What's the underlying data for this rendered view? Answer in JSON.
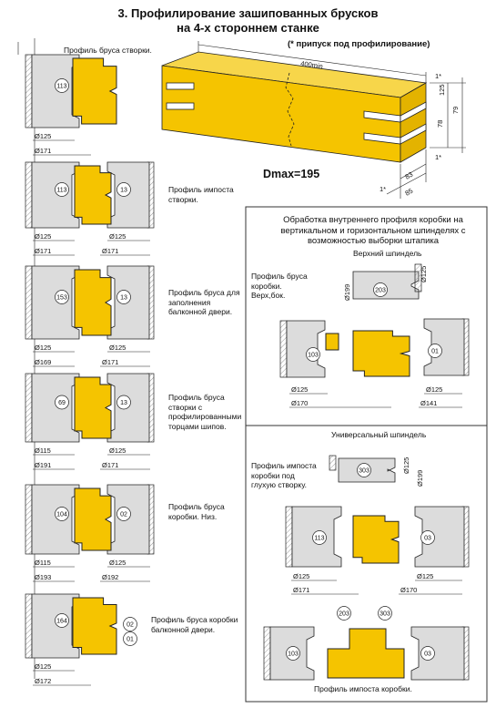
{
  "header": {
    "title_line1": "3. Профилирование зашипованных брусков",
    "title_line2": "на 4-х стороннем станке",
    "allowance_note": "(* припуск под профилирование)",
    "dmax": "Dmax=195"
  },
  "beam": {
    "length": "400min",
    "dims": [
      "125",
      "78",
      "79",
      "1*",
      "1*",
      "1*",
      "83",
      "85"
    ]
  },
  "profiles": [
    {
      "label": "Профиль бруса створки.",
      "tools": [
        "113"
      ],
      "diameters": [
        "Ø125",
        "Ø171"
      ]
    },
    {
      "label": "Профиль импоста створки.",
      "tools": [
        "113",
        "13"
      ],
      "diameters": [
        "Ø125",
        "Ø125",
        "Ø171",
        "Ø171"
      ]
    },
    {
      "label": "Профиль бруса для заполнения балконной двери.",
      "tools": [
        "153",
        "13"
      ],
      "diameters": [
        "Ø125",
        "Ø125",
        "Ø169",
        "Ø171"
      ]
    },
    {
      "label": "Профиль бруса створки с профилированными торцами шипов.",
      "tools": [
        "69",
        "13"
      ],
      "diameters": [
        "Ø115",
        "Ø125",
        "Ø191",
        "Ø171"
      ]
    },
    {
      "label": "Профиль бруса коробки. Низ.",
      "tools": [
        "104",
        "02"
      ],
      "diameters": [
        "Ø115",
        "Ø125",
        "Ø193",
        "Ø192"
      ]
    },
    {
      "label": "Профиль бруса коробки балконной двери.",
      "tools": [
        "164",
        "02",
        "01"
      ],
      "diameters": [
        "Ø125",
        "Ø172"
      ]
    }
  ],
  "box_top": {
    "title": "Обработка внутреннего профиля коробки на вертикальном и горизонтальном шпинделях с возможностью выборки штапика",
    "spindle": "Верхний шпиндель",
    "spindle_dims": [
      "Ø199",
      "Ø125"
    ],
    "label": "Профиль бруса коробки. Верх,бок.",
    "tools": [
      "203",
      "103",
      "01"
    ],
    "diameters": [
      "Ø125",
      "Ø125",
      "Ø170",
      "Ø141"
    ]
  },
  "box_bottom": {
    "spindle": "Универсальный шпиндель",
    "spindle_dims": [
      "Ø125",
      "Ø199"
    ],
    "label": "Профиль импоста коробки под глухую створку.",
    "tools": [
      "303",
      "113",
      "03"
    ],
    "diameters": [
      "Ø125",
      "Ø125",
      "Ø171",
      "Ø170"
    ],
    "tools2": [
      "203",
      "303",
      "103",
      "03"
    ],
    "label2": "Профиль импоста коробки."
  },
  "colors": {
    "wood": "#f5c400",
    "cutter": "#dcdcdc",
    "outline": "#222222"
  }
}
